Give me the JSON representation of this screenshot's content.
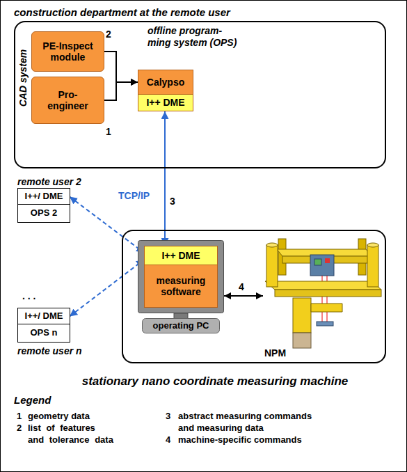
{
  "diagram": {
    "nodes": [
      {
        "text": [
          "construction department at the remote user"
        ]
      },
      {
        "text": [
          "PE-Inspect module"
        ],
        "in": 0
      },
      {
        "text": [
          "Pro-engineer"
        ],
        "in": 0
      },
      {
        "text": [
          "Calypso"
        ],
        "in": 0
      },
      {
        "text": [
          "I++ DME"
        ],
        "in": 0
      },
      {
        "text": [
          "remote user 2"
        ]
      },
      {
        "text": [
          "I++/ DME"
        ],
        "in": 5
      },
      {
        "text": [
          "OPS 2"
        ],
        "in": 5
      },
      {
        "text": [
          "stationary nano coordinate measuring machine"
        ]
      },
      {
        "text": [
          "operating PC"
        ],
        "in": 8
      },
      {
        "text": [
          "I++ DME"
        ],
        "in": 9
      },
      {
        "text": [
          "measuring software"
        ],
        "in": 9
      },
      {
        "text": [
          "NPM"
        ],
        "in": 8
      },
      {
        "text": [
          "remote user n"
        ]
      },
      {
        "text": [
          "I++/ DME"
        ],
        "in": 13
      },
      {
        "text": [
          "OPS n"
        ],
        "in": 13
      }
    ],
    "edges": [
      {
        "from": 1,
        "to": 3,
        "arrow": "to",
        "label": "2"
      },
      {
        "from": 2,
        "to": 3,
        "arrow": "to",
        "label": "1"
      },
      {
        "from": 4,
        "to": 10,
        "arrow": "both",
        "label": "TCP/IP"
      },
      {
        "from": 6,
        "to": 10,
        "arrow": "both"
      },
      {
        "from": 14,
        "to": 10,
        "arrow": "both"
      },
      {
        "from": 9,
        "to": 12,
        "arrow": "both",
        "label": "4"
      }
    ],
    "labels": [
      "CAD system",
      "offline program-ming system (OPS)",
      "3",
      ". . .",
      "Legend",
      "1",
      "2",
      "3",
      "4"
    ],
    "legend": [
      {
        "text": "geometry data"
      },
      {
        "text": "list of features and tolerance data"
      },
      {
        "text": "abstract measuring commands and measuring data"
      },
      {
        "text": "machine-specific commands"
      }
    ]
  }
}
